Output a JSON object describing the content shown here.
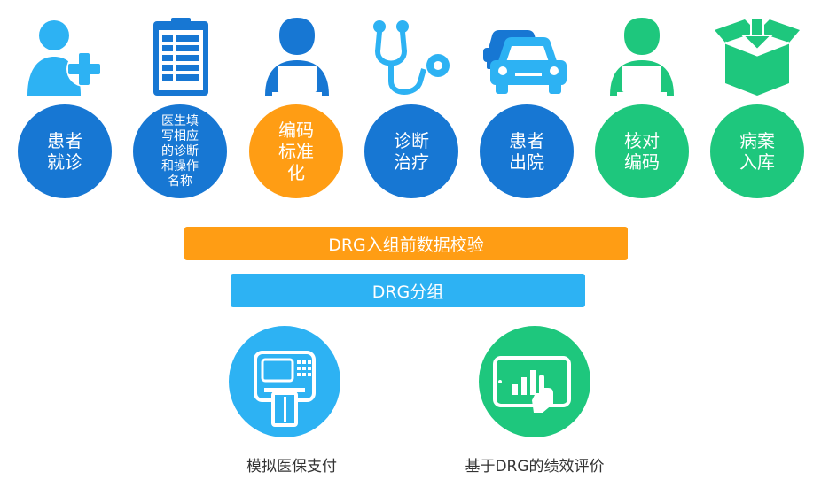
{
  "colors": {
    "blue": "#1777d3",
    "light_blue": "#2db2f3",
    "orange": "#ff9d14",
    "green": "#1ec77d"
  },
  "steps": [
    {
      "label": "患者\n就诊",
      "icon": "patient-plus-icon"
    },
    {
      "label": "医生填\n写相应\n的诊断\n和操作\n名称",
      "icon": "medical-form-icon"
    },
    {
      "label": "编码\n标准\n化",
      "icon": "coder-laptop-icon"
    },
    {
      "label": "诊断\n治疗",
      "icon": "stethoscope-icon"
    },
    {
      "label": "患者\n出院",
      "icon": "car-icon"
    },
    {
      "label": "核对\n编码",
      "icon": "checker-laptop-icon"
    },
    {
      "label": "病案\n入库",
      "icon": "archive-box-icon"
    }
  ],
  "bars": {
    "validation": "DRG入组前数据校验",
    "grouping": "DRG分组"
  },
  "outcomes": [
    {
      "label": "模拟医保支付",
      "icon": "payment-terminal-icon"
    },
    {
      "label": "基于DRG的绩效评价",
      "icon": "tablet-chart-icon"
    }
  ]
}
